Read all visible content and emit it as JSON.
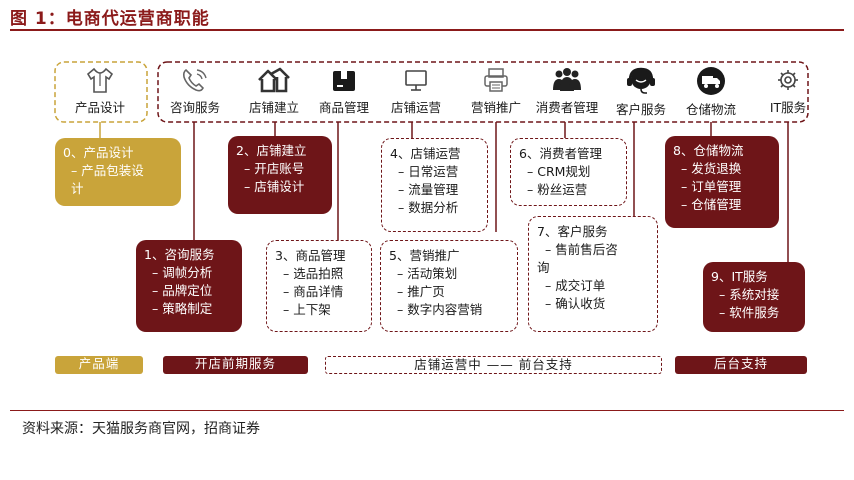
{
  "title": "图 1：电商代运营商职能",
  "source": "资料来源：天猫服务商官网，招商证券",
  "colors": {
    "dark_red": "#6e1518",
    "gold": "#c9a43a",
    "rule": "#8b1a1a"
  },
  "top_row": [
    {
      "label": "产品设计",
      "icon": "tshirt-icon"
    },
    {
      "label": "咨询服务",
      "icon": "phone-icon"
    },
    {
      "label": "店铺建立",
      "icon": "house-icon"
    },
    {
      "label": "商品管理",
      "icon": "box-icon"
    },
    {
      "label": "店铺运营",
      "icon": "monitor-icon"
    },
    {
      "label": "营销推广",
      "icon": "printer-icon"
    },
    {
      "label": "消费者管理",
      "icon": "people-icon"
    },
    {
      "label": "客户服务",
      "icon": "headset-icon"
    },
    {
      "label": "仓储物流",
      "icon": "truck-icon"
    },
    {
      "label": "IT服务",
      "icon": "gear-icon"
    }
  ],
  "detail_boxes": {
    "b0": {
      "title": "0、产品设计",
      "items": [
        "– 产品包装设",
        "计"
      ]
    },
    "b1": {
      "title": "1、咨询服务",
      "items": [
        "– 调帧分析",
        "– 品牌定位",
        "– 策略制定"
      ]
    },
    "b2": {
      "title": "2、店铺建立",
      "items": [
        "– 开店账号",
        "– 店铺设计"
      ]
    },
    "b3": {
      "title": "3、商品管理",
      "items": [
        "– 选品拍照",
        "– 商品详情",
        "– 上下架"
      ]
    },
    "b4": {
      "title": "4、店铺运营",
      "items": [
        "– 日常运营",
        "– 流量管理",
        "– 数据分析"
      ]
    },
    "b5": {
      "title": "5、营销推广",
      "items": [
        "– 活动策划",
        "– 推广页",
        "– 数字内容营销"
      ]
    },
    "b6": {
      "title": "6、消费者管理",
      "items": [
        "– CRM规划",
        "– 粉丝运营"
      ]
    },
    "b7": {
      "title": "7、客户服务",
      "items": [
        "– 售前售后咨",
        "询",
        "– 成交订单",
        "– 确认收货"
      ]
    },
    "b8": {
      "title": "8、仓储物流",
      "items": [
        "– 发货退换",
        "– 订单管理",
        "– 仓储管理"
      ]
    },
    "b9": {
      "title": "9、IT服务",
      "items": [
        "– 系统对接",
        "– 软件服务"
      ]
    }
  },
  "bands": {
    "product": "产品端",
    "pre_open": "开店前期服务",
    "front": "店铺运营中 —— 前台支持",
    "back": "后台支持"
  }
}
